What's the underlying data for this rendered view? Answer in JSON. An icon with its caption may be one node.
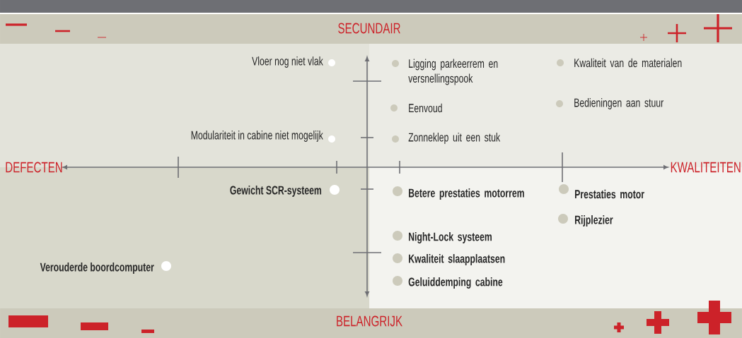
{
  "diagram": {
    "labels": [
      "SECUNDAIR",
      "Vloer nog niet vlak",
      "Ligging parkeerrem en versnellingspook",
      "Kwaliteit van de materialen",
      "Eenvoud",
      "Bedieningen aan stuur",
      "Modulariteit in cabine niet mogelijk",
      "Zonneklep uit een stuk",
      "DEFECTEN",
      "KWALITEITEN",
      "Gewicht SCR-systeem",
      "Betere prestaties motorrem",
      "Prestaties motor",
      "Rijplezier",
      "Night-Lock systeem",
      "Verouderde boordcomputer",
      "Kwaliteit slaapplaatsen",
      "Geluiddemping cabine",
      "BELANGRIJK"
    ]
  }
}
